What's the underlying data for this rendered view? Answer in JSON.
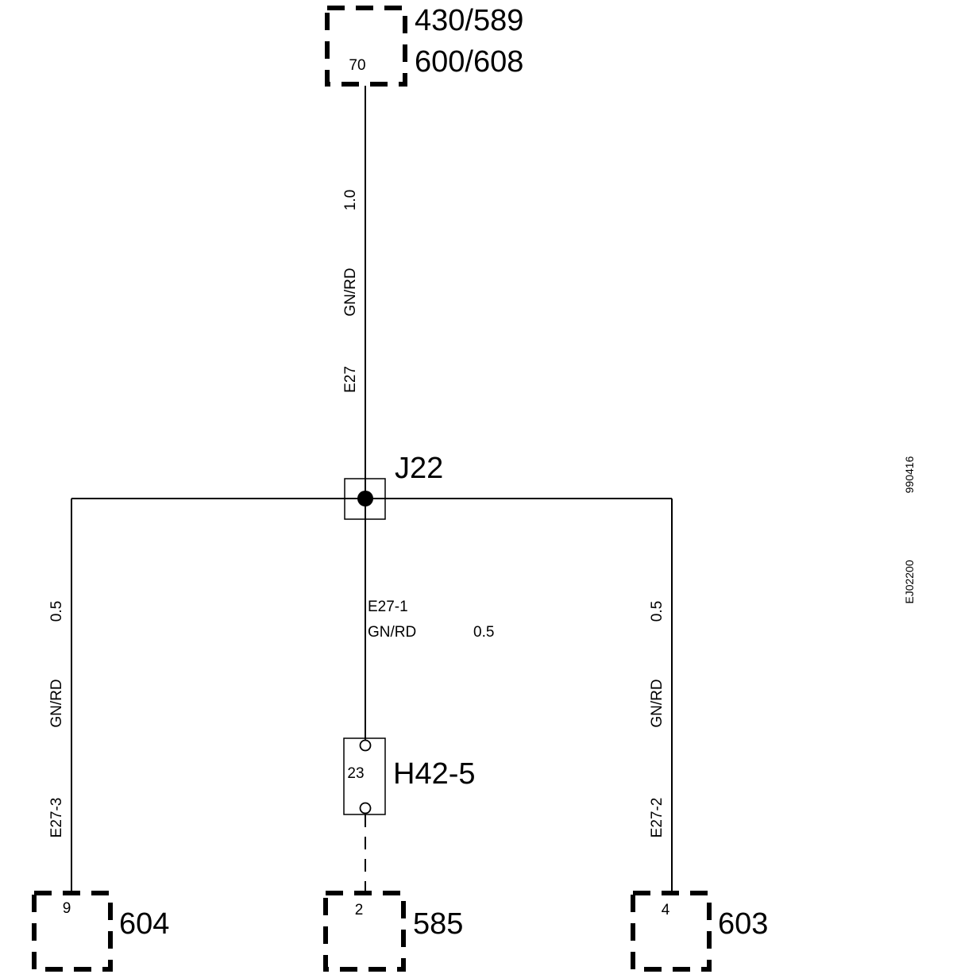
{
  "top_connector": {
    "pin": "70",
    "ref_line1": "430/589",
    "ref_line2": "600/608"
  },
  "main_wire": {
    "id": "E27",
    "color": "GN/RD",
    "size": "1.0"
  },
  "junction": {
    "label": "J22"
  },
  "left_wire": {
    "id": "E27-3",
    "color": "GN/RD",
    "size": "0.5"
  },
  "center_wire": {
    "id": "E27-1",
    "color": "GN/RD",
    "size": "0.5"
  },
  "right_wire": {
    "id": "E27-2",
    "color": "GN/RD",
    "size": "0.5"
  },
  "inline_connector": {
    "pin": "23",
    "label": "H42-5"
  },
  "bottom_left_connector": {
    "pin": "9",
    "ref": "604"
  },
  "bottom_center_connector": {
    "pin": "2",
    "ref": "585"
  },
  "bottom_right_connector": {
    "pin": "4",
    "ref": "603"
  },
  "side_codes": {
    "code1": "990416",
    "code2": "EJ02200"
  }
}
